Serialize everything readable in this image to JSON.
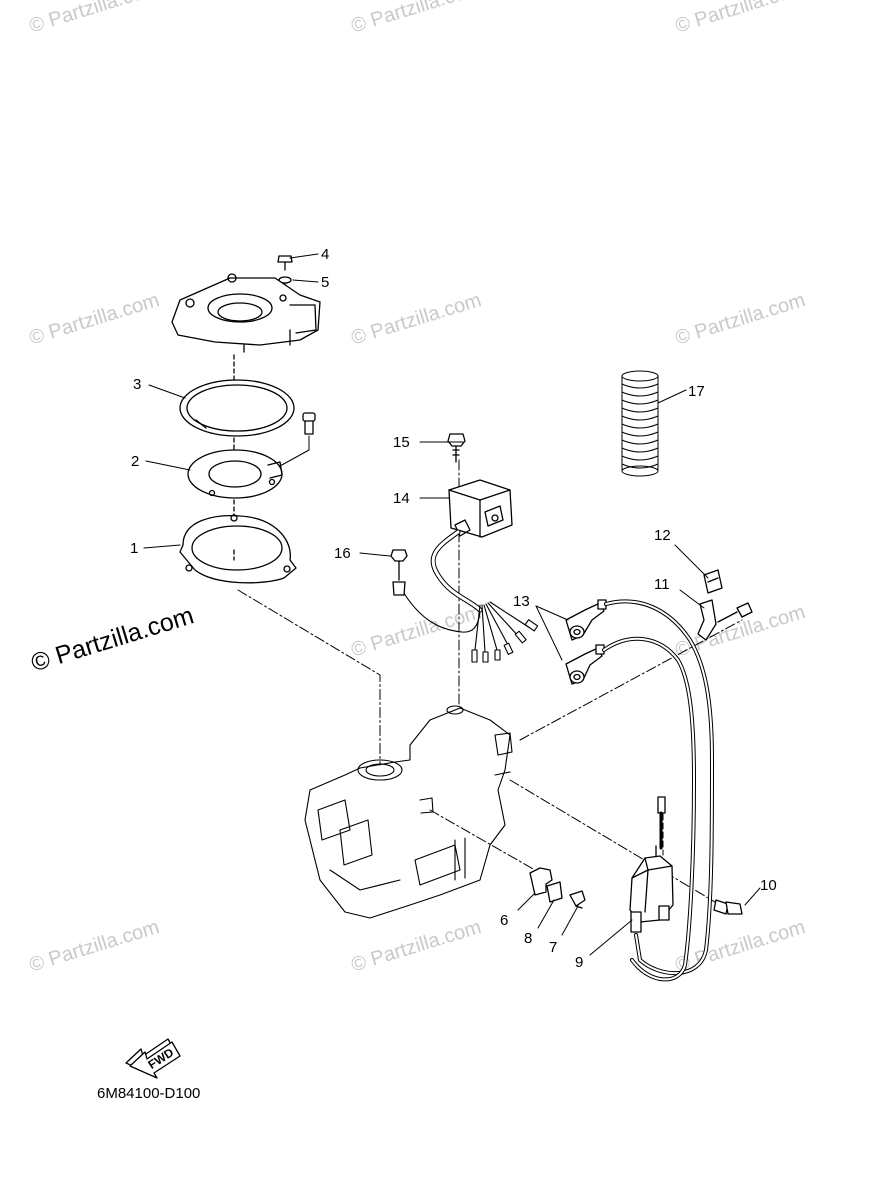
{
  "watermark": {
    "text": "© Partzilla.com",
    "prominent_text": "© Partzilla.com"
  },
  "callouts": [
    "1",
    "2",
    "3",
    "4",
    "5",
    "6",
    "7",
    "8",
    "9",
    "10",
    "11",
    "12",
    "13",
    "14",
    "15",
    "16",
    "17"
  ],
  "fwd_label": "FWD",
  "diagram_code": "6M84100-D100"
}
